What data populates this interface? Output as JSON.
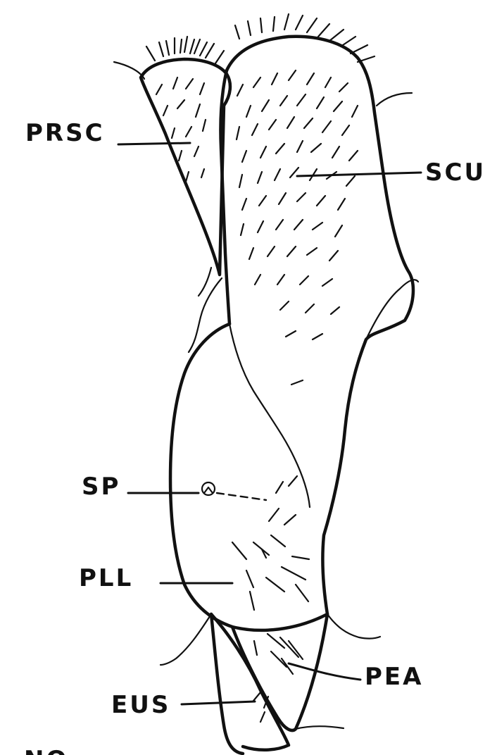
{
  "figure": {
    "labels": {
      "prsc": "PRSC",
      "scu": "SCU",
      "sp": "SP",
      "pll": "PLL",
      "pea": "PEA",
      "eus": "EUS",
      "corner": "NO"
    },
    "ink_color": "#111111",
    "background_color": "#ffffff"
  }
}
